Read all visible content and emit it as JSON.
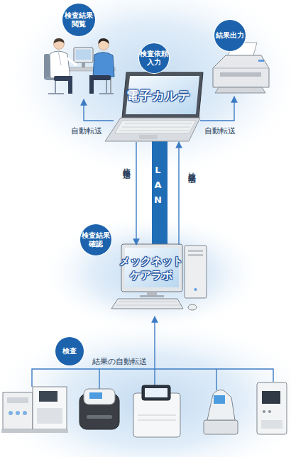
{
  "diagram": {
    "nodes": [
      {
        "text": [
          "検査結果閲覧"
        ]
      },
      {
        "text": [
          "検査依頼入力"
        ]
      },
      {
        "text": [
          "結果出力"
        ]
      },
      {
        "text": [
          "電子カルテ"
        ]
      },
      {
        "text": [
          "検査結果確認"
        ]
      },
      {
        "text": [
          "メックネット ケアラボ"
        ]
      },
      {
        "text": [
          "検査"
        ]
      }
    ],
    "edges": [
      {
        "from": 3,
        "to": 5,
        "label": "依頼情報伝送",
        "arrow": "to"
      },
      {
        "from": 5,
        "to": 3,
        "label": "検査結果伝送",
        "arrow": "to"
      }
    ],
    "labels": [
      "自動転送",
      "自動転送",
      "LAN",
      "結果の自動転送"
    ]
  }
}
